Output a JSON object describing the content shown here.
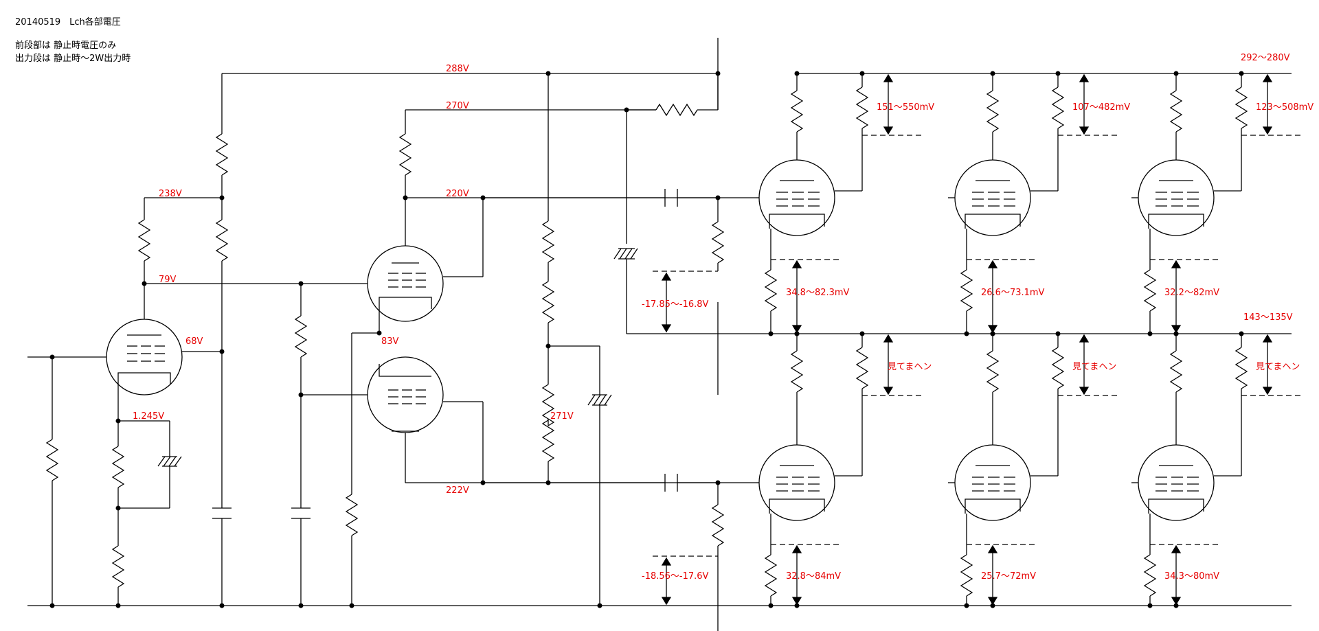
{
  "header": {
    "title": "20140519　Lch各部電圧",
    "note1": "前段部は 静止時電圧のみ",
    "note2": "出力段は 静止時～2W出力時"
  },
  "colors": {
    "wire": "#000000",
    "label": "#e60000"
  },
  "labels": {
    "b288": "288V",
    "b270": "270V",
    "b220": "220V",
    "b238": "238V",
    "b79": "79V",
    "b68": "68V",
    "b83": "83V",
    "b1245": "1.245V",
    "b271": "271V",
    "b222": "222V",
    "bias_upper": "-17.85～-16.8V",
    "bias_lower": "-18.56～-17.6V",
    "top_rail": "292～280V",
    "mid_rail": "143～135V",
    "sense_top_1": "151～550mV",
    "sense_top_2": "107～482mV",
    "sense_top_3": "123～508mV",
    "sense_mid_1": "34.8～82.3mV",
    "sense_mid_2": "26.6～73.1mV",
    "sense_mid_3": "32.2～82mV",
    "unseen_1": "見てまヘン",
    "unseen_2": "見てまヘン",
    "unseen_3": "見てまヘン",
    "sense_bot_1": "32.8～84mV",
    "sense_bot_2": "25.7～72mV",
    "sense_bot_3": "34.3～80mV"
  }
}
